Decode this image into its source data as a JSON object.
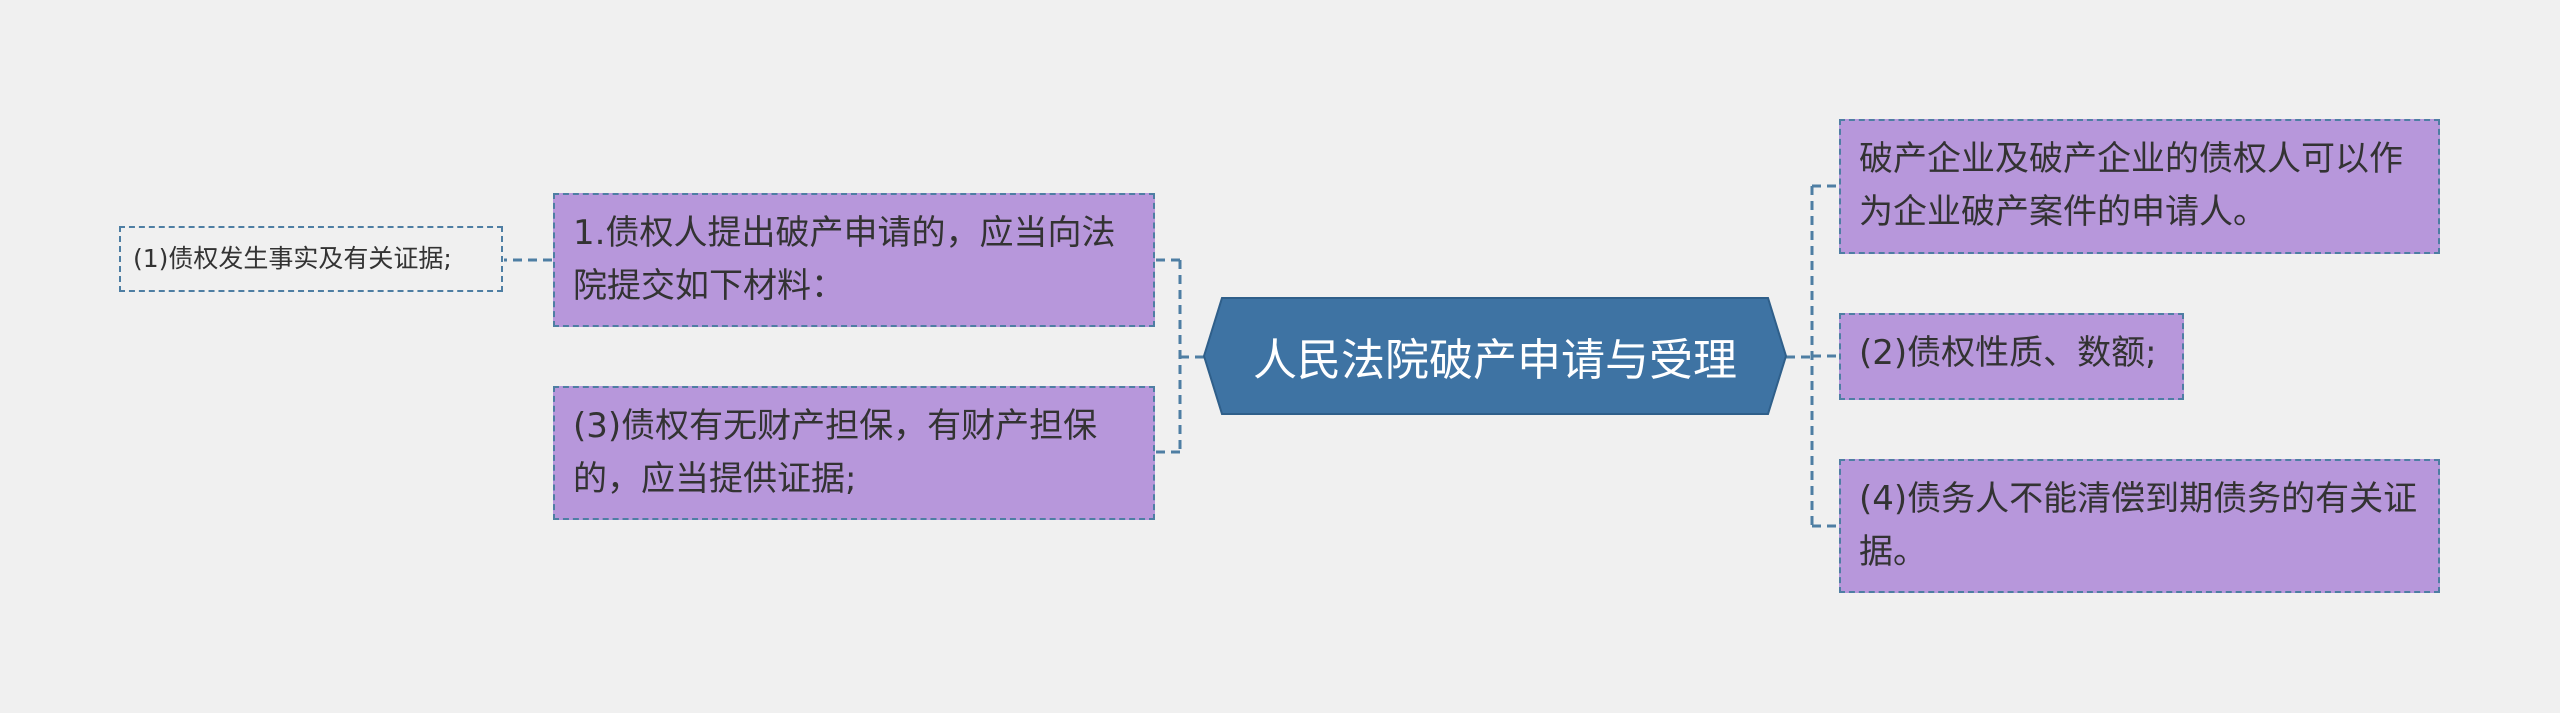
{
  "diagram": {
    "center": "人民法院破产申请与受理",
    "left_nodes": [
      "1.债权人提出破产申请的，应当向法院提交如下材料：",
      "(3)债权有无财产担保，有财产担保的，应当提供证据;"
    ],
    "left_subnode": "(1)债权发生事实及有关证据;",
    "right_nodes": [
      "破产企业及破产企业的债权人可以作为企业破产案件的申请人。",
      "(2)债权性质、数额;",
      "(4)债务人不能清偿到期债务的有关证据。"
    ],
    "colors": {
      "background": "#f0f0f0",
      "center_fill": "#3e73a3",
      "node_fill": "#b797db",
      "connector": "#4e7ea3"
    }
  }
}
